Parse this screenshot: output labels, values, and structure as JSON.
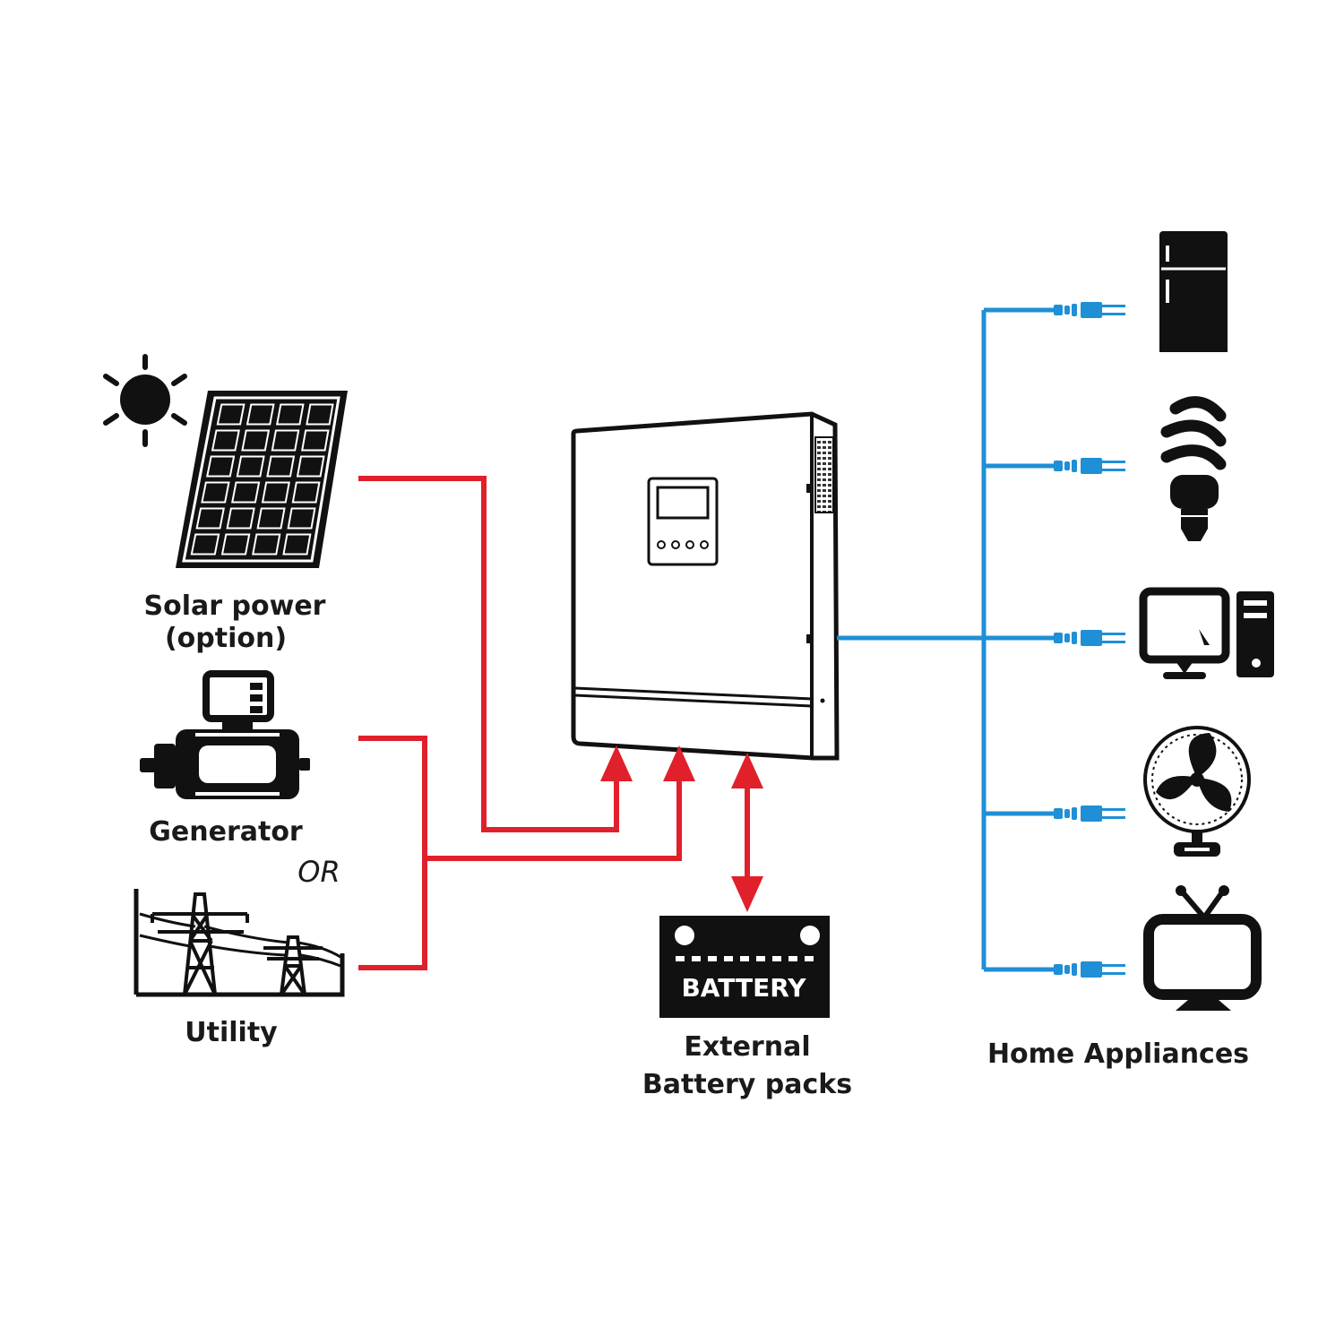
{
  "labels": {
    "solar_line1": "Solar power",
    "solar_line2": "(option)",
    "generator": "Generator",
    "or": "OR",
    "utility": "Utility",
    "battery_face": "BATTERY",
    "battery_line1": "External",
    "battery_line2": "Battery packs",
    "appliances": "Home Appliances"
  },
  "colors": {
    "input_line": "#e0202a",
    "output_line": "#1f8fd6",
    "icon": "#111111",
    "background": "#ffffff"
  },
  "icons": {
    "sun": "sun-icon",
    "solar_panel": "solar-panel-icon",
    "generator": "generator-icon",
    "utility": "power-tower-icon",
    "inverter": "inverter-icon",
    "battery": "battery-icon",
    "appliances": [
      "refrigerator-icon",
      "light-bulb-icon",
      "computer-icon",
      "fan-icon",
      "tv-icon"
    ]
  }
}
